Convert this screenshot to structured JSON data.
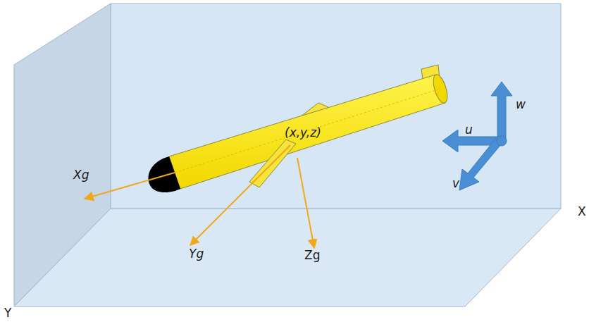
{
  "diagram": {
    "labels": [
      "Xg",
      "Yg",
      "Zg",
      "(x,y,z)",
      "u",
      "v",
      "w",
      "X",
      "Y"
    ]
  }
}
